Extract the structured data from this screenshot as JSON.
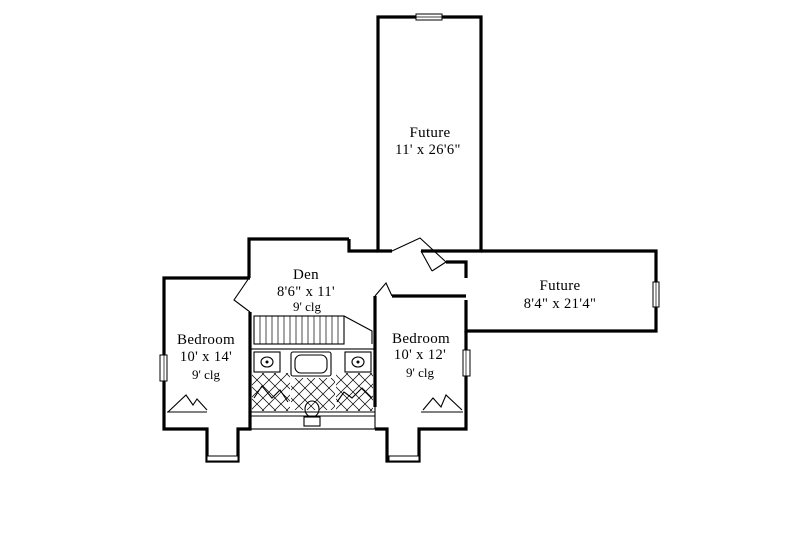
{
  "rooms": {
    "future_top": {
      "name": "Future",
      "dims": "11'  x  26'6\""
    },
    "future_right": {
      "name": "Future",
      "dims": "8'4\"  x  21'4\""
    },
    "den": {
      "name": "Den",
      "dims": "8'6\"  x  11'",
      "ceiling": "9' clg"
    },
    "bedroom_left": {
      "name": "Bedroom",
      "dims": "10'  x  14'",
      "ceiling": "9' clg"
    },
    "bedroom_right": {
      "name": "Bedroom",
      "dims": "10'  x  12'",
      "ceiling": "9' clg"
    }
  }
}
